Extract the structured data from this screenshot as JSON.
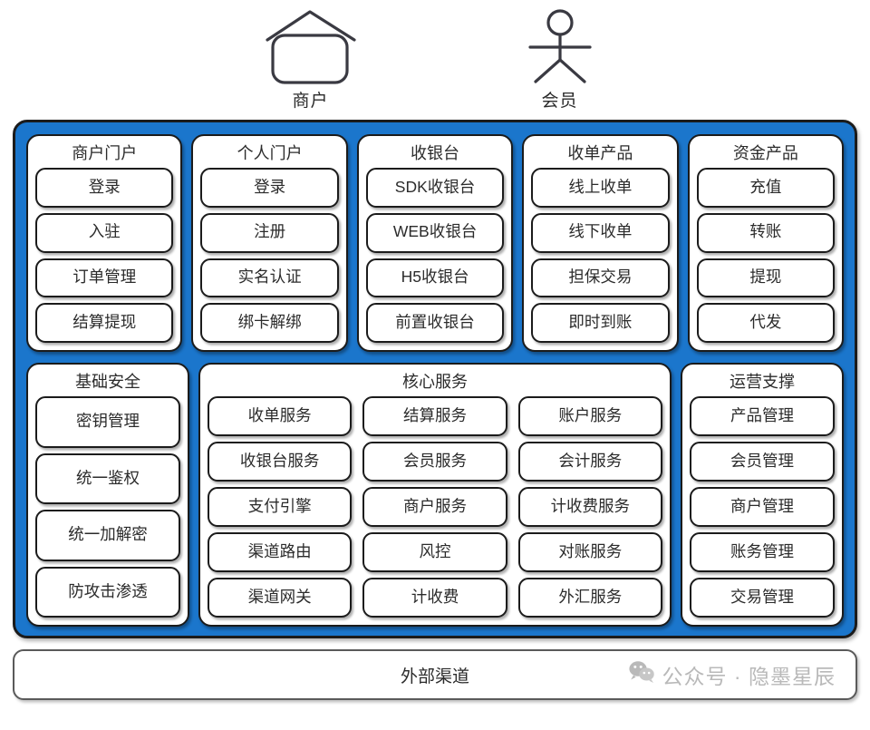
{
  "colors": {
    "platform_blue": "#1b76cc",
    "stroke": "#1b1b1b",
    "text": "#2b2b2b",
    "watermark_gray": "#b9b9b9"
  },
  "actors": [
    {
      "label": "商户",
      "icon": "house-icon"
    },
    {
      "label": "会员",
      "icon": "person-icon"
    }
  ],
  "platform": {
    "top_row": [
      {
        "title": "商户门户",
        "items": [
          "登录",
          "入驻",
          "订单管理",
          "结算提现"
        ]
      },
      {
        "title": "个人门户",
        "items": [
          "登录",
          "注册",
          "实名认证",
          "绑卡解绑"
        ]
      },
      {
        "title": "收银台",
        "items": [
          "SDK收银台",
          "WEB收银台",
          "H5收银台",
          "前置收银台"
        ]
      },
      {
        "title": "收单产品",
        "items": [
          "线上收单",
          "线下收单",
          "担保交易",
          "即时到账"
        ]
      },
      {
        "title": "资金产品",
        "items": [
          "充值",
          "转账",
          "提现",
          "代发"
        ]
      }
    ],
    "security": {
      "title": "基础安全",
      "items": [
        "密钥管理",
        "统一鉴权",
        "统一加解密",
        "防攻击渗透"
      ]
    },
    "core": {
      "title": "核心服务",
      "columns": [
        [
          "收单服务",
          "收银台服务",
          "支付引擎",
          "渠道路由",
          "渠道网关"
        ],
        [
          "结算服务",
          "会员服务",
          "商户服务",
          "风控",
          "计收费"
        ],
        [
          "账户服务",
          "会计服务",
          "计收费服务",
          "对账服务",
          "外汇服务"
        ]
      ]
    },
    "ops": {
      "title": "运营支撑",
      "items": [
        "产品管理",
        "会员管理",
        "商户管理",
        "账务管理",
        "交易管理"
      ]
    }
  },
  "channel_bar": {
    "label": "外部渠道",
    "watermark": {
      "icon": "wechat-icon",
      "text": "公众号 · 隐墨星辰"
    }
  }
}
